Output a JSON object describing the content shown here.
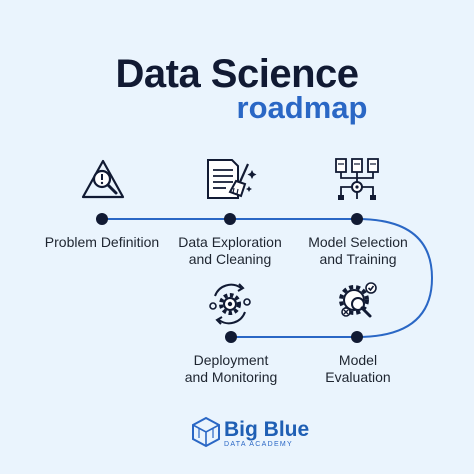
{
  "header": {
    "title": "Data Science",
    "subtitle": "roadmap"
  },
  "steps": [
    {
      "label": "Problem Definition",
      "icon": "warning-magnifier-icon"
    },
    {
      "label": "Data Exploration\nand Cleaning",
      "icon": "document-brush-icon"
    },
    {
      "label": "Model Selection\nand Training",
      "icon": "documents-network-icon"
    },
    {
      "label": "Model\nEvaluation",
      "icon": "gear-magnifier-icon"
    },
    {
      "label": "Deployment\nand Monitoring",
      "icon": "gears-cycle-icon"
    }
  ],
  "colors": {
    "accent": "#2a67c5",
    "dark": "#111a33",
    "background": "#eaf4fd"
  },
  "brand": {
    "name": "Big Blue",
    "tagline": "DATA ACADEMY",
    "icon": "cube-logo-icon"
  }
}
